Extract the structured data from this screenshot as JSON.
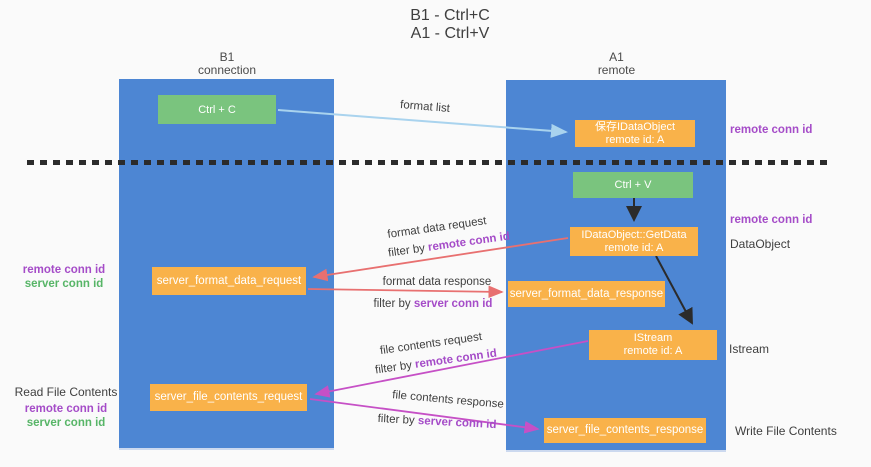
{
  "title": {
    "line1": "B1 - Ctrl+C",
    "line2": "A1 - Ctrl+V"
  },
  "lanes": {
    "b1": {
      "name": "B1",
      "subtitle": "connection"
    },
    "a1": {
      "name": "A1",
      "subtitle": "remote"
    }
  },
  "boxes": {
    "ctrl_c": "Ctrl + C",
    "ctrl_v": "Ctrl + V",
    "save_idataobject": {
      "line1": "保存IDataObject",
      "line2": "remote id: A"
    },
    "getdata": {
      "line1": "IDataObject::GetData",
      "line2": "remote id: A"
    },
    "istream": {
      "line1": "IStream",
      "line2": "remote id: A"
    },
    "server_format_data_request": "server_format_data_request",
    "server_format_data_response": "server_format_data_response",
    "server_file_contents_request": "server_file_contents_request",
    "server_file_contents_response": "server_file_contents_response"
  },
  "flow_labels": {
    "format_list": "format list",
    "format_data_request": "format data request",
    "format_data_response": "format data response",
    "file_contents_request": "file contents request",
    "file_contents_response": "file contents response",
    "filter_prefix": "filter by",
    "remote_conn_id": "remote conn id",
    "server_conn_id": "server conn id"
  },
  "margin_labels": {
    "remote_conn_id": "remote conn id",
    "server_conn_id": "server conn id",
    "read_file_contents": "Read File Contents",
    "write_file_contents": "Write File Contents",
    "dataobject": "DataObject",
    "istream": "Istream"
  },
  "colors": {
    "lane_blue": "#4d86d3",
    "box_green": "#7ac47e",
    "box_orange": "#f9b24a",
    "arrow_lightblue": "#a9d3ee",
    "arrow_red": "#e87070",
    "arrow_magenta": "#c650c6",
    "arrow_black": "#2b2b2b",
    "text_purple": "#a54cc8",
    "text_green": "#57b567",
    "text_dark": "#3f3f3f"
  }
}
